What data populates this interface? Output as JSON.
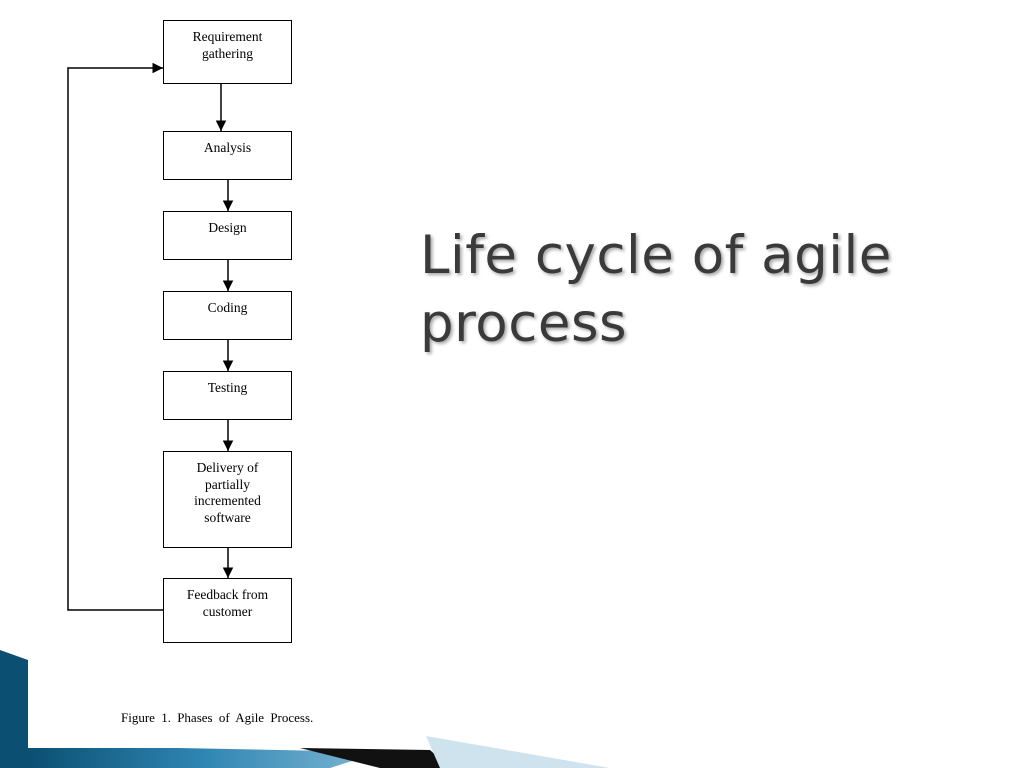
{
  "slide": {
    "title": "Life cycle of agile process"
  },
  "diagram": {
    "steps": [
      {
        "label": "Requirement\ngathering"
      },
      {
        "label": "Analysis"
      },
      {
        "label": "Design"
      },
      {
        "label": "Coding"
      },
      {
        "label": "Testing"
      },
      {
        "label": "Delivery of\npartially\nincremented\nsoftware"
      },
      {
        "label": "Feedback from\ncustomer"
      }
    ],
    "caption": "Figure 1. Phases of Agile Process."
  },
  "colors": {
    "title_text": "#3a3a3a",
    "line": "#000000",
    "accent_dark": "#0b4f72",
    "accent_mid": "#2f86b3",
    "accent_light": "#cfe3ee"
  }
}
